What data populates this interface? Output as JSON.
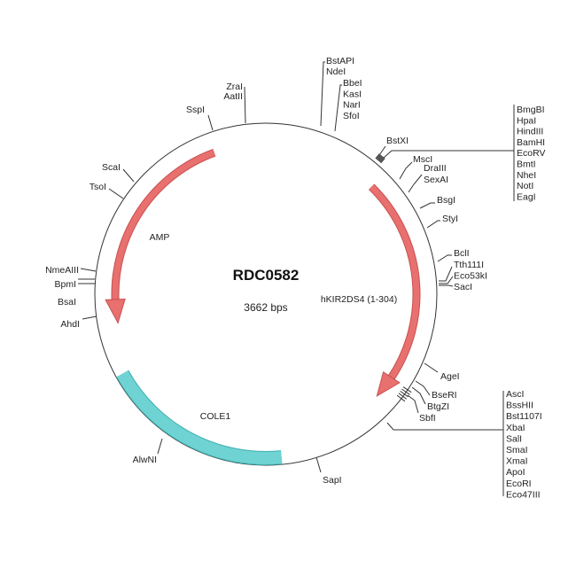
{
  "plasmid": {
    "name": "RDC0582",
    "size_label": "3662 bps"
  },
  "features": [
    {
      "name": "AMP",
      "color": "#e8706f",
      "kind": "arrow"
    },
    {
      "name": "hKIR2DS4 (1-304)",
      "color": "#e8706f",
      "kind": "arrow"
    },
    {
      "name": "COLE1",
      "color": "#6fd3d3",
      "kind": "band"
    }
  ],
  "sites": {
    "bstapi_group": [
      "BstAPI",
      "NdeI"
    ],
    "bbei_group": [
      "BbeI",
      "KasI",
      "NarI",
      "SfoI"
    ],
    "zrai_group": [
      "ZraI",
      "AatII"
    ],
    "sspi": "SspI",
    "scai": "ScaI",
    "tsoi": "TsoI",
    "nmeaiii": "NmeAIII",
    "bpmi": "BpmI",
    "bsai": "BsaI",
    "ahdi": "AhdI",
    "alwni": "AlwNI",
    "sapi": "SapI",
    "bstxi": "BstXI",
    "mcs1": [
      "BmgBI",
      "HpaI",
      "HindIII",
      "BamHI",
      "EcoRV",
      "BmtI",
      "NheI",
      "NotI",
      "EagI"
    ],
    "msci": "MscI",
    "draiii_group": [
      "DraIII",
      "SexAI"
    ],
    "bsgi": "BsgI",
    "styi": "StyI",
    "bcli": "BclI",
    "tth_group": [
      "Tth111I",
      "Eco53kI",
      "SacI"
    ],
    "agei": "AgeI",
    "bseri_group": [
      "BseRI",
      "BtgZI",
      "SbfI"
    ],
    "mcs2": [
      "AscI",
      "BssHII",
      "Bst1107I",
      "XbaI",
      "SalI",
      "SmaI",
      "XmaI",
      "ApoI",
      "EcoRI",
      "Eco47III"
    ]
  }
}
